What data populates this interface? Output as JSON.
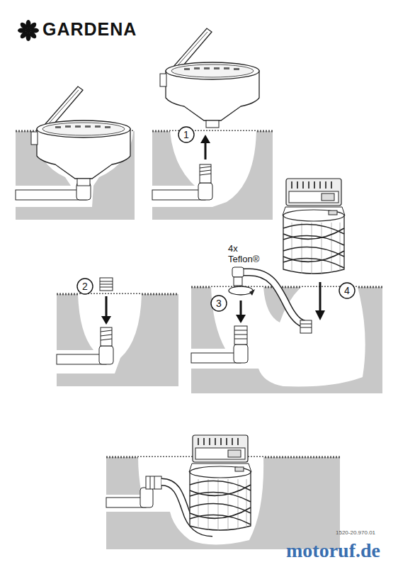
{
  "diagram": {
    "nodes": [
      {
        "text": [
          "1"
        ]
      },
      {
        "text": [
          "2"
        ]
      },
      {
        "text": [
          "3"
        ]
      },
      {
        "text": [
          "4"
        ]
      }
    ],
    "labels": [
      "GARDENA",
      "4x",
      "Teflon®",
      "1520-20.970.01",
      "motoruf.de"
    ]
  }
}
